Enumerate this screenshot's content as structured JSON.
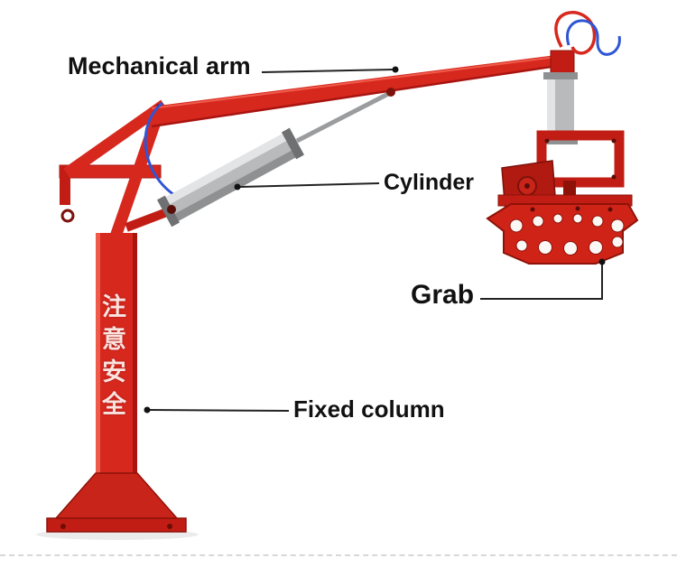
{
  "labels": {
    "mechanical_arm": "Mechanical arm",
    "cylinder": "Cylinder",
    "grab": "Grab",
    "fixed_column": "Fixed column"
  },
  "column_text": "注意安全",
  "colors": {
    "machine_red": "#d7281e",
    "machine_red_dark": "#a81410",
    "machine_red_deep": "#8e1208",
    "silver": "#b9babc",
    "silver_light": "#e3e4e6",
    "silver_dark": "#8e9092",
    "hose_blue": "#2f55d4",
    "label_text": "#111111",
    "leader_line": "#222222",
    "divider": "#d8d8d8"
  }
}
